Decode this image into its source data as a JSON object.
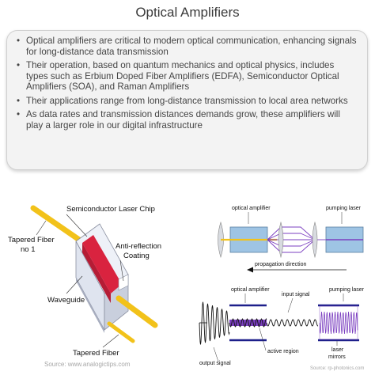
{
  "title": "Optical Amplifiers",
  "bullets": [
    "Optical amplifiers are critical to modern optical communication, enhancing signals for long-distance data transmission",
    "Their operation, based on quantum mechanics and optical physics, includes types such as Erbium Doped Fiber Amplifiers (EDFA), Semiconductor Optical Amplifiers (SOA), and Raman Amplifiers",
    "Their applications range from long-distance transmission to local area networks",
    "As data rates and transmission distances demands grow, these amplifiers will play a larger role in our digital infrastructure"
  ],
  "left_figure": {
    "labels": {
      "chip": "Semiconductor Laser Chip",
      "fiber1_line1": "Tapered Fiber",
      "fiber1_line2": "no 1",
      "coating_line1": "Anti-reflection",
      "coating_line2": "Coating",
      "waveguide": "Waveguide",
      "fiber2": "Tapered Fiber"
    },
    "source": "Source: www.analogictips.com"
  },
  "right_figure": {
    "labels": {
      "optical_amplifier_top": "optical amplifier",
      "pumping_laser_top": "pumping laser",
      "propagation": "propagation direction",
      "optical_amplifier_bottom": "optical amplifier",
      "input_signal": "input signal",
      "pumping_laser_bottom": "pumping laser",
      "output_signal": "output signal",
      "active_region": "active region",
      "laser_mirrors_line1": "laser",
      "laser_mirrors_line2": "mirrors"
    },
    "source": "Source: rp-photonics.com"
  },
  "colors": {
    "fiber": "#f2c21a",
    "chip_red": "#d9233f",
    "chip_body": "#e8ecf6",
    "amp_blue": "#9ec4e4",
    "beam_purple": "#7b3fc0",
    "mirror_navy": "#1d1f8a"
  }
}
